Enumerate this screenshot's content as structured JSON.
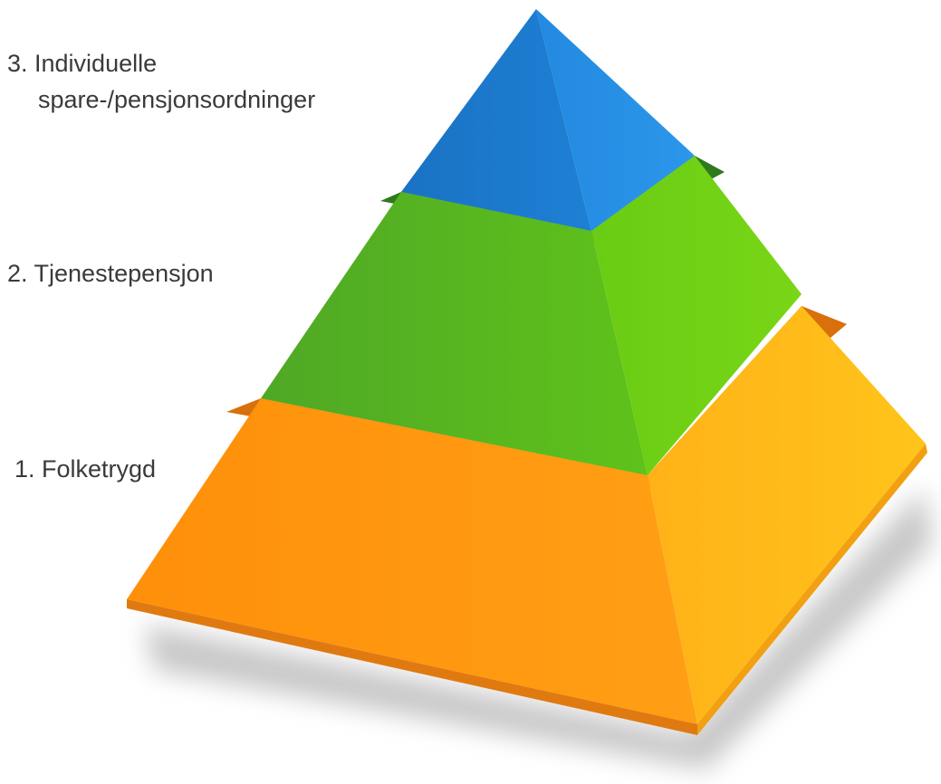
{
  "tiers": [
    {
      "level": 3,
      "label_lines": [
        "3. Individuelle",
        "spare-/pensjonsordninger"
      ],
      "color": "#1e7fd0",
      "shade_light": "#2a8fe0",
      "shade_dark": "#1a68b0"
    },
    {
      "level": 2,
      "label_lines": [
        "2. Tjenestepensjon"
      ],
      "color": "#5ebd22",
      "shade_light": "#71d316",
      "shade_dark": "#3d9a22"
    },
    {
      "level": 1,
      "label_lines": [
        "1. Folketrygd"
      ],
      "color": "#ff9a12",
      "shade_light": "#ffc012",
      "shade_dark": "#e07a10"
    }
  ]
}
